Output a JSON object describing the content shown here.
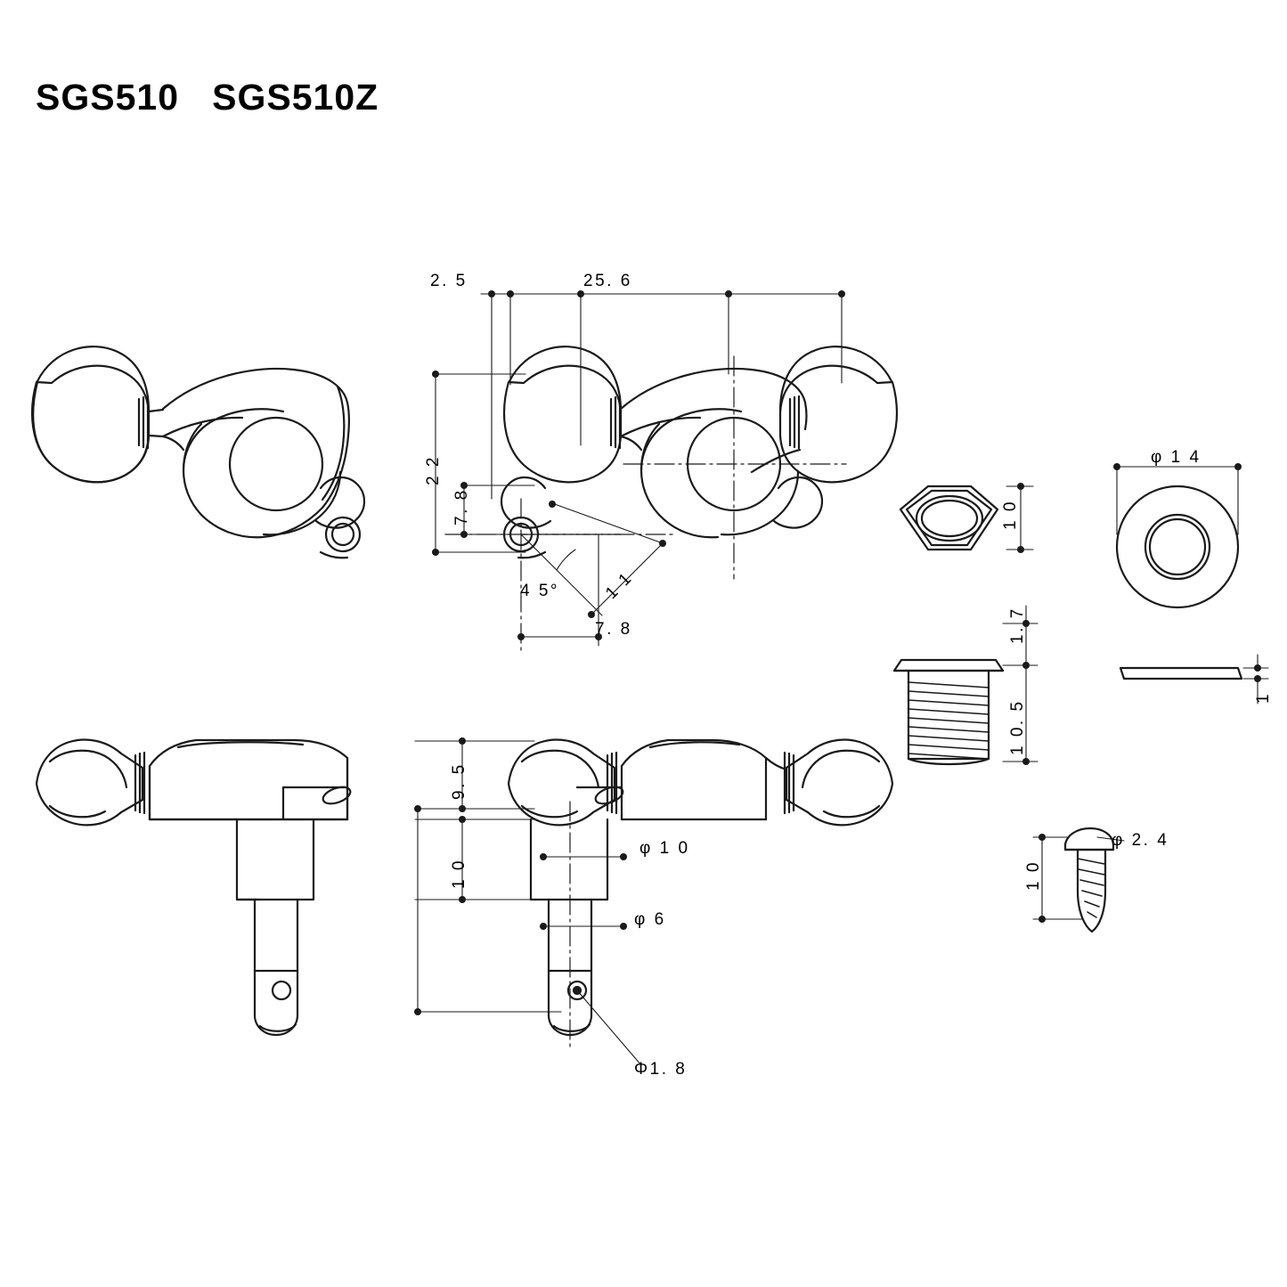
{
  "page": {
    "title": "SGS510   SGS510Z",
    "background": "#ffffff",
    "line_color": "#1a1a1a"
  },
  "drawing": {
    "name": "guitar-tuning-machine-technical-drawing",
    "views": [
      {
        "id": "front-left-view",
        "label": "front view left"
      },
      {
        "id": "front-dimensioned-view",
        "label": "front view dimensioned"
      },
      {
        "id": "hex-nut-view",
        "label": "hex nut"
      },
      {
        "id": "washer-top-view",
        "label": "washer top"
      },
      {
        "id": "bushing-side-view",
        "label": "threaded bushing side"
      },
      {
        "id": "washer-side-view",
        "label": "washer side"
      },
      {
        "id": "side-left-view",
        "label": "side view left"
      },
      {
        "id": "side-dimensioned-view",
        "label": "side view dimensioned"
      },
      {
        "id": "screw-view",
        "label": "mounting screw"
      }
    ]
  },
  "dimensions": {
    "front": {
      "d_2_5": "2. 5",
      "d_25_6": "25. 6",
      "d_22": "2 2",
      "d_7_8_left": "7. 8",
      "d_11": "1 1",
      "d_45deg": "4 5°",
      "d_7_8_bottom": "7. 8"
    },
    "nut": {
      "d_10": "1 0"
    },
    "washer": {
      "d_phi14": "φ 1 4",
      "d_1": "1"
    },
    "bushing": {
      "d_1_7": "1. 7",
      "d_10_5": "1 0. 5"
    },
    "side": {
      "d_9_5": "9. 5",
      "d_10": "1 0",
      "d_phi10": "φ 1 0",
      "d_phi6": "φ 6",
      "d_phi1_8": "Φ1. 8"
    },
    "screw": {
      "d_10": "1 0",
      "d_phi2_4": "φ 2. 4"
    }
  }
}
